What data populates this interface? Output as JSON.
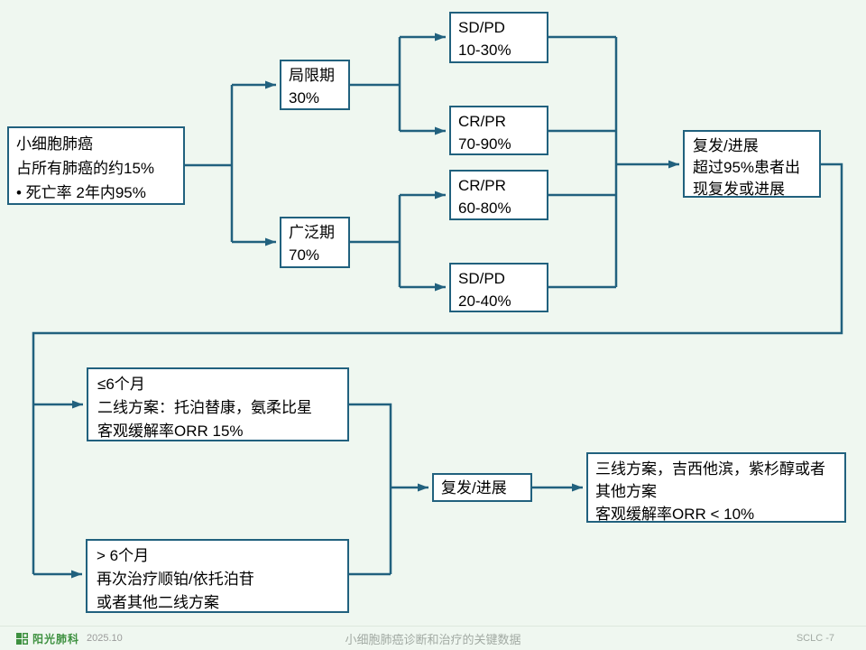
{
  "theme": {
    "line_color": "#21617e",
    "slide_bg": "#eff7f0",
    "box_bg": "#ffffff",
    "brand_green": "#3e9140",
    "footer_text": "#a2aaa3"
  },
  "chart_data": {
    "type": "table",
    "title": "小细胞肺癌诊断和治疗的关键数据",
    "facts": [
      {
        "item": "小细胞肺癌占所有肺癌比例",
        "value": "约15%"
      },
      {
        "item": "死亡率",
        "value": "2年内95%"
      },
      {
        "item": "局限期比例",
        "value": "30%"
      },
      {
        "item": "广泛期比例",
        "value": "70%"
      },
      {
        "item": "局限期 SD/PD",
        "value": "10-30%"
      },
      {
        "item": "局限期 CR/PR",
        "value": "70-90%"
      },
      {
        "item": "广泛期 CR/PR",
        "value": "60-80%"
      },
      {
        "item": "广泛期 SD/PD",
        "value": "20-40%"
      },
      {
        "item": "复发/进展",
        "value": "超过95%患者出现复发或进展"
      },
      {
        "item": "≤6个月 二线方案 客观缓解率ORR",
        "value": "15%"
      },
      {
        "item": "三线方案 客观缓解率ORR",
        "value": "< 10%"
      }
    ]
  },
  "nodes": {
    "sclc": {
      "lines": [
        "小细胞肺癌",
        "占所有肺癌的约15%",
        "• 死亡率 2年内95%"
      ]
    },
    "limited": {
      "lines": [
        "局限期",
        "30%"
      ]
    },
    "extensive": {
      "lines": [
        "广泛期",
        "70%"
      ]
    },
    "sdpd_limited": {
      "lines": [
        "SD/PD",
        "10-30%"
      ]
    },
    "crpr_limited": {
      "lines": [
        "CR/PR",
        "70-90%"
      ]
    },
    "crpr_extensive": {
      "lines": [
        "CR/PR",
        "60-80%"
      ]
    },
    "sdpd_extensive": {
      "lines": [
        "SD/PD",
        "20-40%"
      ]
    },
    "relapse_first": {
      "lines": [
        "复发/进展",
        "超过95%患者出现复发或进展"
      ]
    },
    "le6m": {
      "lines": [
        "≤6个月",
        "二线方案：托泊替康，氨柔比星",
        "客观缓解率ORR 15%"
      ]
    },
    "gt6m": {
      "lines": [
        "> 6个月",
        "再次治疗顺铂/依托泊苷",
        "或者其他二线方案"
      ]
    },
    "relapse_second": {
      "lines": [
        "复发/进展"
      ]
    },
    "third_line": {
      "lines": [
        "三线方案，吉西他滨，紫杉醇或者其他方案",
        "客观缓解率ORR < 10%"
      ]
    }
  },
  "footer": {
    "brand": "阳光肺科",
    "date": "2025.10",
    "title": "小细胞肺癌诊断和治疗的关键数据",
    "page": "SCLC -7"
  }
}
